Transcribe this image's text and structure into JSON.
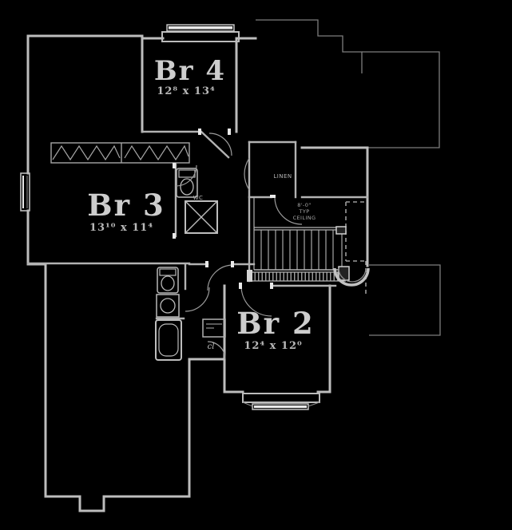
{
  "plan": {
    "type": "floor-plan",
    "floor": "second-floor-bedroom-level",
    "colors": {
      "background": "#000000",
      "walls": "#bdbdbd",
      "thin_roof_lines": "#7d7d7d",
      "text": "#cdcdcd",
      "window_highlight": "#e9e9e9"
    },
    "rooms": {
      "br4": {
        "label": "Br 4",
        "dims": "12⁸ x 13⁴"
      },
      "br3": {
        "label": "Br 3",
        "dims": "13¹⁰ x 11⁴"
      },
      "br2": {
        "label": "Br 2",
        "dims": "12⁴ x 12⁰"
      }
    },
    "labels": {
      "linen": "LINEN",
      "wc": "WC",
      "closet": "cl",
      "stairs_note_1": "8'-0\"",
      "stairs_note_2": "TYP",
      "stairs_note_3": "CEILING"
    }
  }
}
